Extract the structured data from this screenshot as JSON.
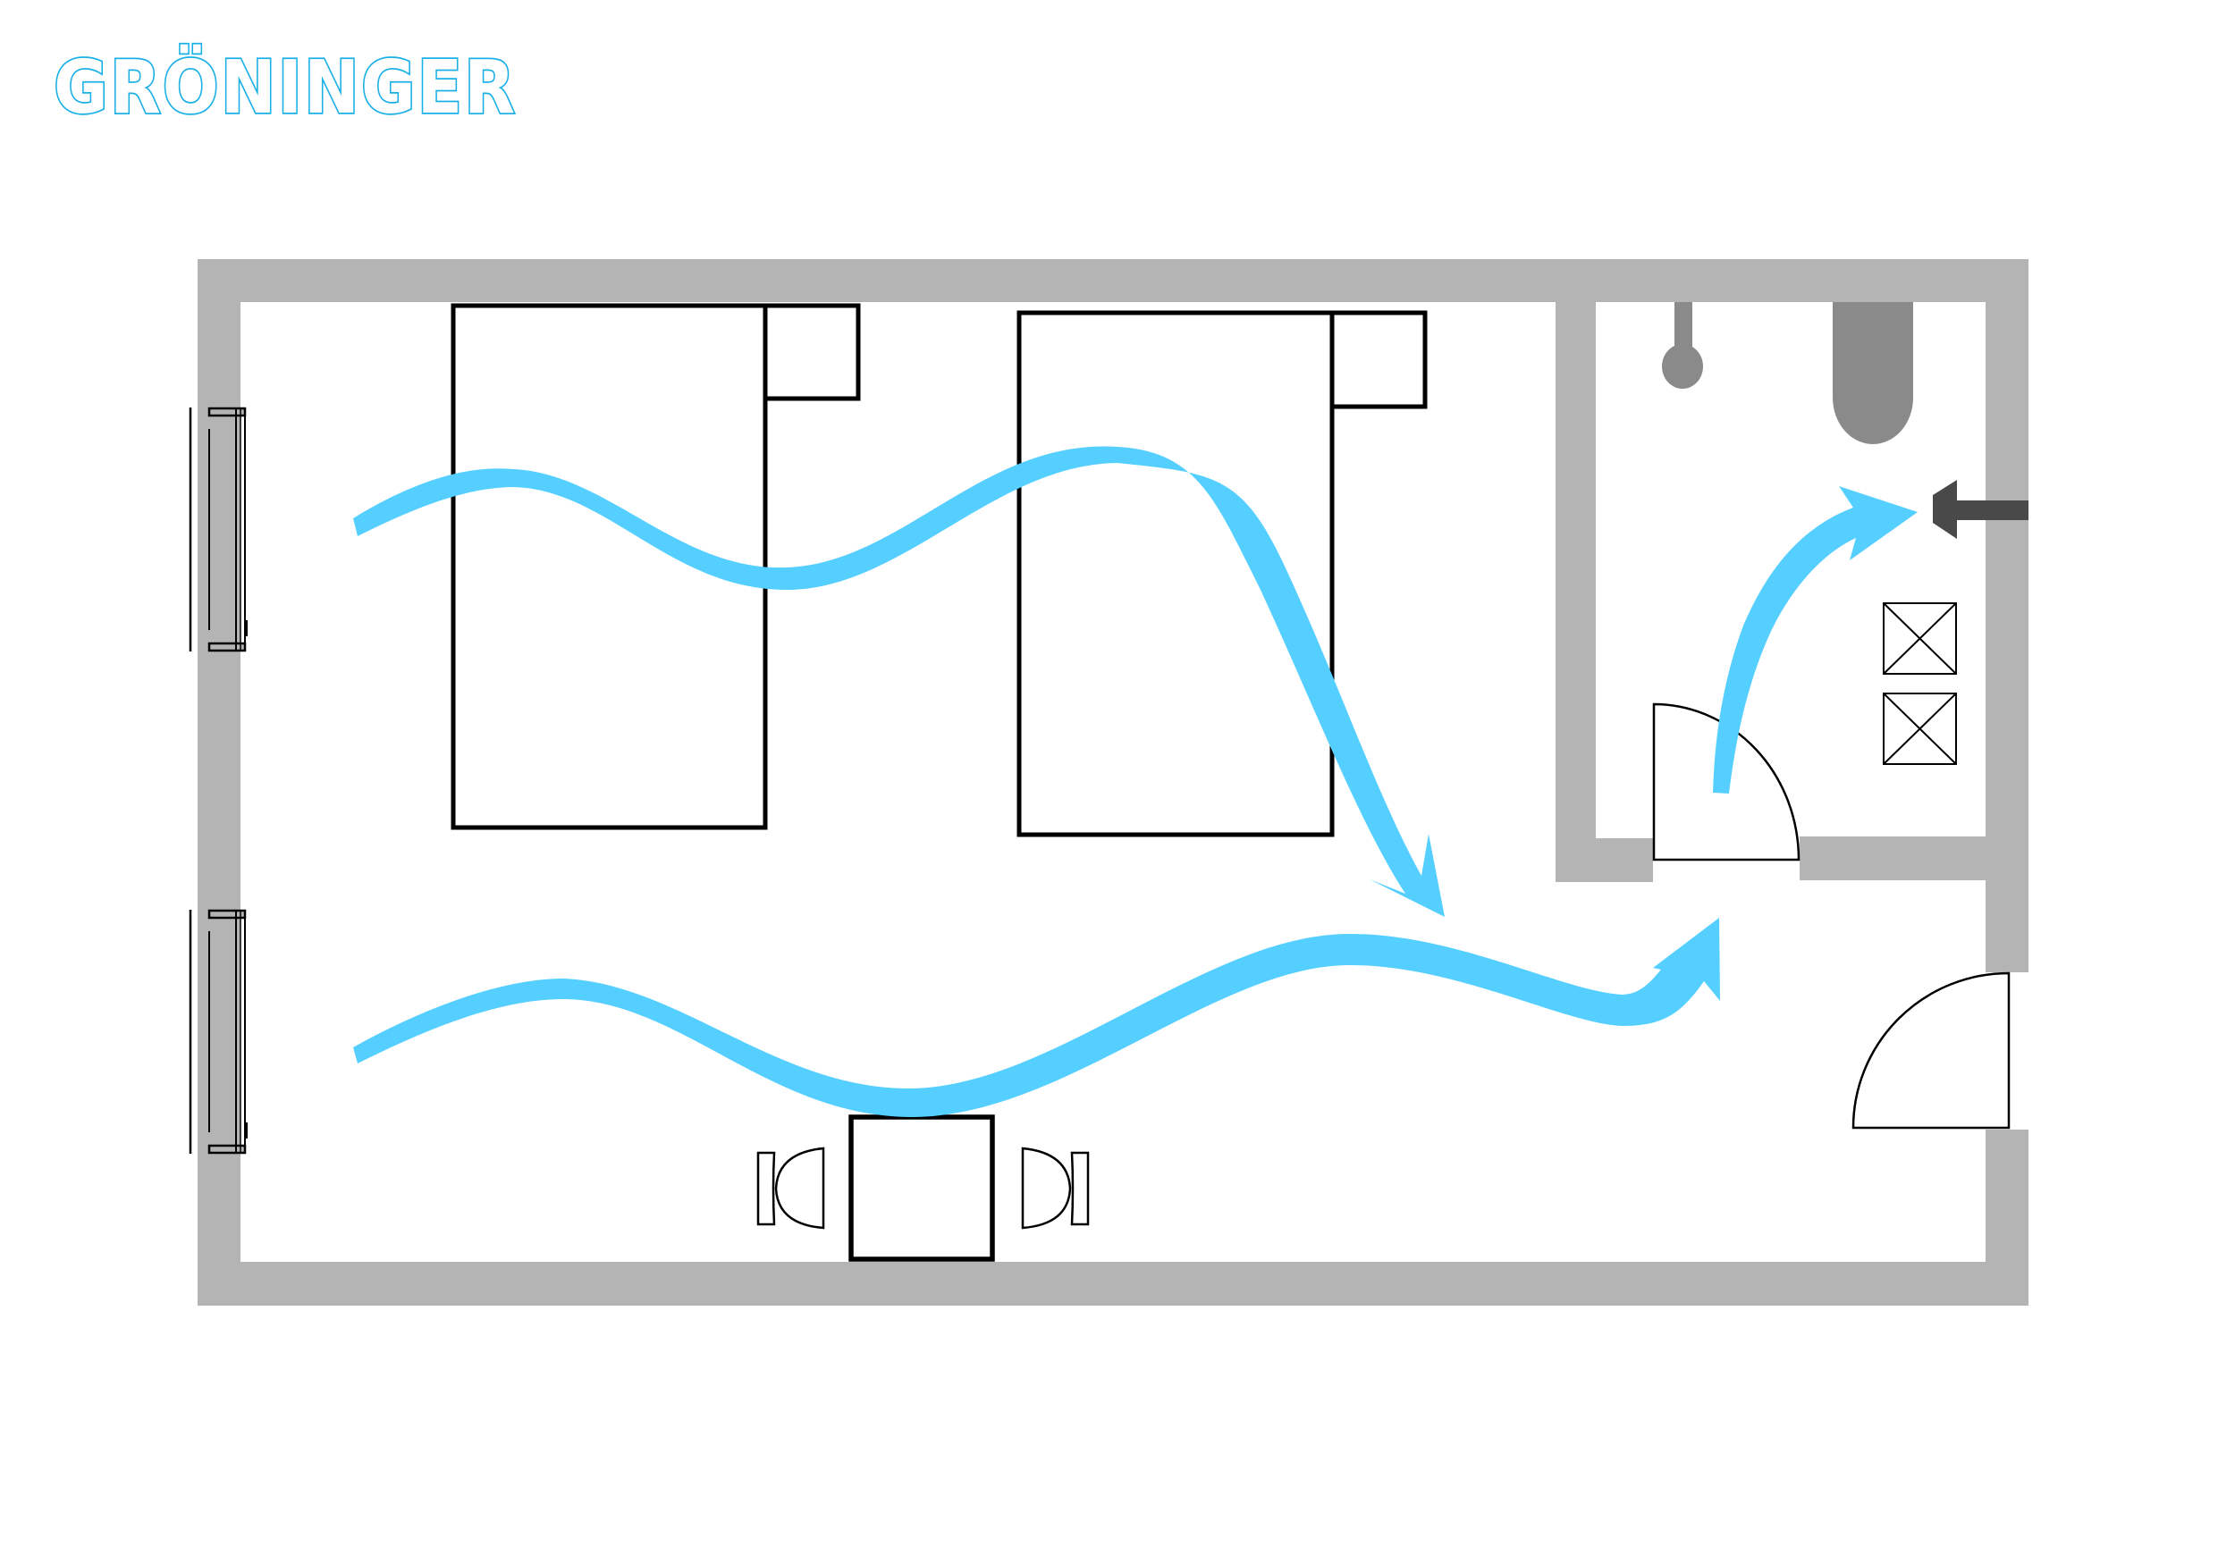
{
  "brand": {
    "name": "GRÖNINGER",
    "color": "#1ab0e6"
  },
  "colors": {
    "wall": "#b4b4b4",
    "fixture": "#8a8a8a",
    "fan": "#494949",
    "furniture_stroke": "#000000",
    "airflow": "#55cfff",
    "background": "#ffffff"
  },
  "diagram": {
    "type": "floor-plan",
    "subject": "hotel room ventilation airflow",
    "rooms": [
      {
        "name": "bedroom",
        "furniture": [
          "bed",
          "bed",
          "nightstand",
          "nightstand",
          "table",
          "chair",
          "chair"
        ],
        "windows": 2
      },
      {
        "name": "bathroom",
        "fixtures": [
          "shower",
          "toilet",
          "exhaust-fan",
          "cabinet",
          "cabinet"
        ],
        "door": "swing door"
      }
    ],
    "entrance": "swing door",
    "airflow_arrows": [
      {
        "id": "upper-flow",
        "from": "window-top",
        "to": "bathroom-door-area"
      },
      {
        "id": "lower-flow",
        "from": "window-bottom",
        "to": "bathroom-door-area"
      },
      {
        "id": "bathroom-flow",
        "from": "bathroom-door",
        "to": "exhaust-fan"
      }
    ]
  }
}
